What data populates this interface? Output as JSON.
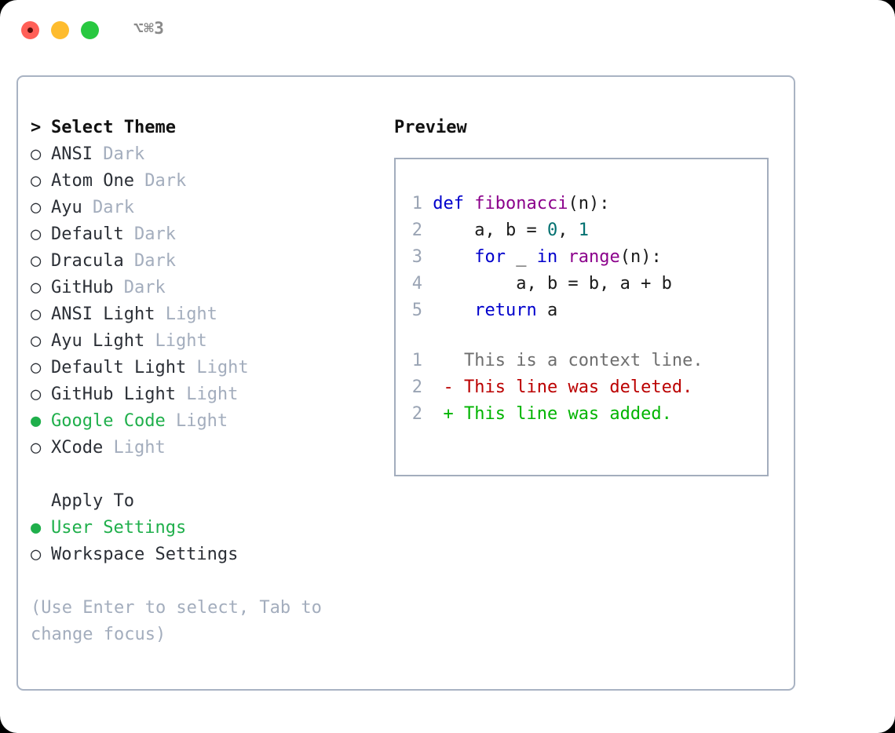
{
  "window": {
    "title": "⌥⌘3",
    "traffic_lights": [
      {
        "name": "close-button",
        "color": "#ff5f57"
      },
      {
        "name": "minimize-button",
        "color": "#febc2e"
      },
      {
        "name": "maximize-button",
        "color": "#28c840"
      }
    ]
  },
  "colors": {
    "selected_green": "#1faf4b",
    "muted": "#a3adbd",
    "text": "#2b2f36",
    "border": "#a9b3c3",
    "keyword": "#0000cc",
    "function": "#8b008b",
    "number": "#007070",
    "diff_add": "#00b400",
    "diff_del": "#bb0000",
    "diff_ctx": "#6e6e6e"
  },
  "theme_picker": {
    "caret": ">",
    "heading": "Select Theme",
    "bullet_selected": "●",
    "bullet_unselected": "○",
    "items": [
      {
        "name": "ANSI",
        "variant": "Dark",
        "selected": false
      },
      {
        "name": "Atom One",
        "variant": "Dark",
        "selected": false
      },
      {
        "name": "Ayu",
        "variant": "Dark",
        "selected": false
      },
      {
        "name": "Default",
        "variant": "Dark",
        "selected": false
      },
      {
        "name": "Dracula",
        "variant": "Dark",
        "selected": false
      },
      {
        "name": "GitHub",
        "variant": "Dark",
        "selected": false
      },
      {
        "name": "ANSI Light",
        "variant": "Light",
        "selected": false
      },
      {
        "name": "Ayu Light",
        "variant": "Light",
        "selected": false
      },
      {
        "name": "Default Light",
        "variant": "Light",
        "selected": false
      },
      {
        "name": "GitHub Light",
        "variant": "Light",
        "selected": false
      },
      {
        "name": "Google Code",
        "variant": "Light",
        "selected": true
      },
      {
        "name": "XCode",
        "variant": "Light",
        "selected": false
      }
    ]
  },
  "apply_to": {
    "heading": "Apply To",
    "items": [
      {
        "name": "User Settings",
        "selected": true
      },
      {
        "name": "Workspace Settings",
        "selected": false
      }
    ]
  },
  "hint": "(Use Enter to select, Tab to change focus)",
  "preview": {
    "title": "Preview",
    "code_lines": [
      {
        "num": "1",
        "tokens": [
          {
            "t": "def",
            "c": "kw"
          },
          {
            "t": " ",
            "c": "body"
          },
          {
            "t": "fibonacci",
            "c": "fn"
          },
          {
            "t": "(n):",
            "c": "body"
          }
        ]
      },
      {
        "num": "2",
        "tokens": [
          {
            "t": "    a, b = ",
            "c": "body"
          },
          {
            "t": "0",
            "c": "num"
          },
          {
            "t": ", ",
            "c": "body"
          },
          {
            "t": "1",
            "c": "num"
          }
        ]
      },
      {
        "num": "3",
        "tokens": [
          {
            "t": "    ",
            "c": "body"
          },
          {
            "t": "for",
            "c": "kw"
          },
          {
            "t": " _ ",
            "c": "body"
          },
          {
            "t": "in",
            "c": "kw"
          },
          {
            "t": " ",
            "c": "body"
          },
          {
            "t": "range",
            "c": "fn"
          },
          {
            "t": "(n):",
            "c": "body"
          }
        ]
      },
      {
        "num": "4",
        "tokens": [
          {
            "t": "        a, b = b, a + b",
            "c": "body"
          }
        ]
      },
      {
        "num": "5",
        "tokens": [
          {
            "t": "    ",
            "c": "body"
          },
          {
            "t": "return",
            "c": "kw"
          },
          {
            "t": " a",
            "c": "body"
          }
        ]
      }
    ],
    "diff_lines": [
      {
        "num": "1",
        "marker": " ",
        "text": " This is a context line.",
        "kind": "ctx"
      },
      {
        "num": "2",
        "marker": "-",
        "text": " This line was deleted.",
        "kind": "del"
      },
      {
        "num": "2",
        "marker": "+",
        "text": " This line was added.",
        "kind": "add"
      }
    ]
  }
}
